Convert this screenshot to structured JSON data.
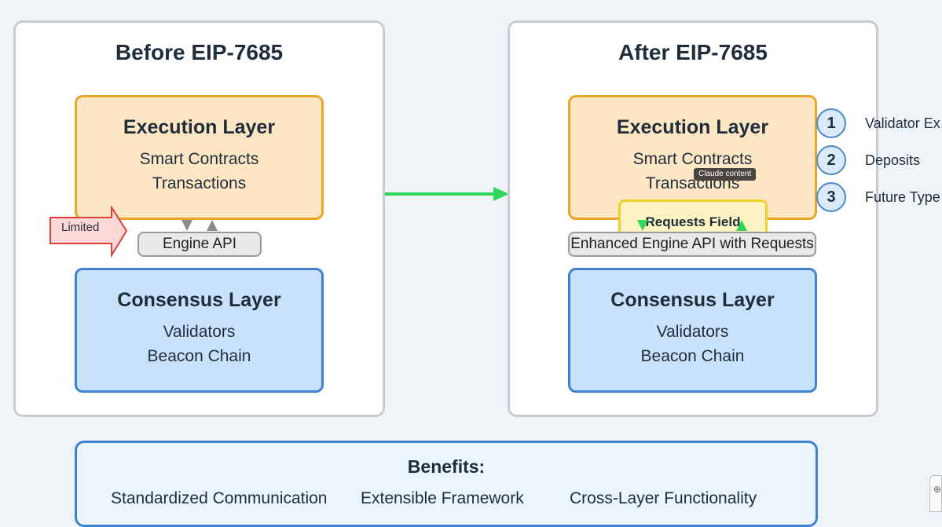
{
  "before": {
    "title": "Before EIP-7685",
    "execution": {
      "title": "Execution Layer",
      "line1": "Smart Contracts",
      "line2": "Transactions"
    },
    "api_label": "Engine API",
    "limited_label": "Limited",
    "consensus": {
      "title": "Consensus Layer",
      "line1": "Validators",
      "line2": "Beacon Chain"
    }
  },
  "after": {
    "title": "After EIP-7685",
    "execution": {
      "title": "Execution Layer",
      "line1": "Smart Contracts",
      "line2": "Transactions"
    },
    "tooltip": "Claude content",
    "requests_field": "Requests Field",
    "api_label": "Enhanced Engine API with Requests",
    "consensus": {
      "title": "Consensus Layer",
      "line1": "Validators",
      "line2": "Beacon Chain"
    },
    "request_types": [
      {
        "number": "1",
        "label": "Validator Ex"
      },
      {
        "number": "2",
        "label": "Deposits"
      },
      {
        "number": "3",
        "label": "Future Type"
      }
    ]
  },
  "benefits": {
    "title": "Benefits:",
    "items": [
      "Standardized Communication",
      "Extensible Framework",
      "Cross-Layer Functionality"
    ]
  },
  "colors": {
    "transition_arrow": "#2fd65a",
    "limited_arrow_fill": "#fdd8d6",
    "limited_arrow_stroke": "#d9413a"
  }
}
